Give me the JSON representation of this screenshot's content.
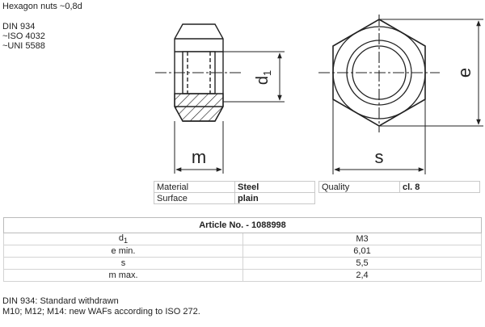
{
  "header": {
    "title": "Hexagon nuts ~0,8d",
    "standards": [
      "DIN 934",
      "~ISO 4032",
      "~UNI 5588"
    ]
  },
  "drawing": {
    "label_d": "d",
    "label_d_sub": "1",
    "label_m": "m",
    "label_s": "s",
    "label_e": "e"
  },
  "material": {
    "material_label": "Material",
    "material_value": "Steel",
    "quality_label": "Quality",
    "quality_value": "cl. 8",
    "surface_label": "Surface",
    "surface_value": "plain"
  },
  "article": {
    "header": "Article No. - 1088998",
    "rows": [
      {
        "label": "d",
        "sub": "1",
        "value": "M3"
      },
      {
        "label": "e min.",
        "sub": "",
        "value": "6,01"
      },
      {
        "label": "s",
        "sub": "",
        "value": "5,5"
      },
      {
        "label": "m max.",
        "sub": "",
        "value": "2,4"
      }
    ]
  },
  "footer": {
    "line1": "DIN 934: Standard withdrawn",
    "line2": "M10; M12; M14: new WAFs according to ISO 272."
  }
}
